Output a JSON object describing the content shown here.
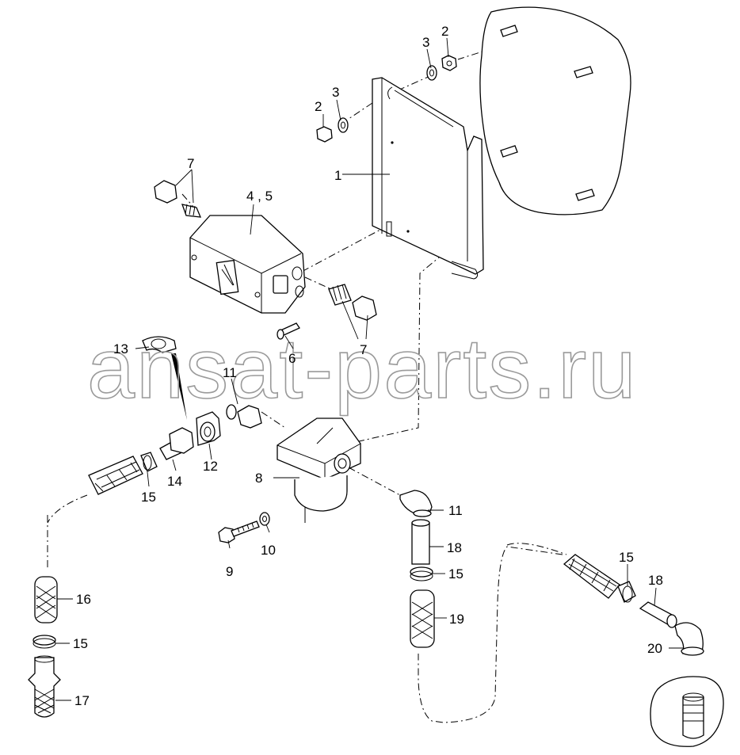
{
  "diagram": {
    "watermark": "ansat-parts.ru",
    "callouts": [
      {
        "id": "c1",
        "text": "1"
      },
      {
        "id": "c2a",
        "text": "2"
      },
      {
        "id": "c2b",
        "text": "2"
      },
      {
        "id": "c3a",
        "text": "3"
      },
      {
        "id": "c3b",
        "text": "3"
      },
      {
        "id": "c45",
        "text": "4 , 5"
      },
      {
        "id": "c6",
        "text": "6"
      },
      {
        "id": "c7a",
        "text": "7"
      },
      {
        "id": "c7b",
        "text": "7"
      },
      {
        "id": "c8",
        "text": "8"
      },
      {
        "id": "c9",
        "text": "9"
      },
      {
        "id": "c10",
        "text": "10"
      },
      {
        "id": "c11a",
        "text": "11"
      },
      {
        "id": "c11b",
        "text": "11"
      },
      {
        "id": "c12",
        "text": "12"
      },
      {
        "id": "c13",
        "text": "13"
      },
      {
        "id": "c14",
        "text": "14"
      },
      {
        "id": "c15a",
        "text": "15"
      },
      {
        "id": "c15b",
        "text": "15"
      },
      {
        "id": "c15c",
        "text": "15"
      },
      {
        "id": "c15d",
        "text": "15"
      },
      {
        "id": "c16",
        "text": "16"
      },
      {
        "id": "c17",
        "text": "17"
      },
      {
        "id": "c18a",
        "text": "18"
      },
      {
        "id": "c18b",
        "text": "18"
      },
      {
        "id": "c19",
        "text": "19"
      },
      {
        "id": "c20",
        "text": "20"
      }
    ]
  }
}
